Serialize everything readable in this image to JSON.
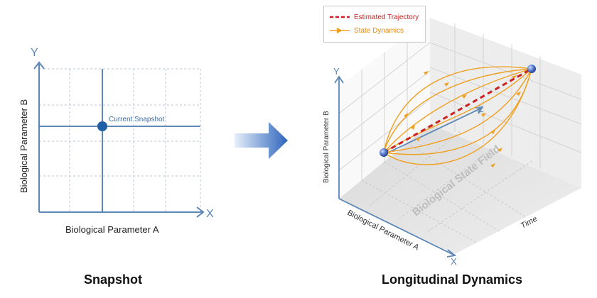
{
  "snapshot": {
    "axis_x": "X",
    "axis_y": "Y",
    "xlabel": "Biological Parameter A",
    "ylabel": "Biological Parameter B",
    "point_label": "Current Snapshot",
    "caption": "Snapshot"
  },
  "dynamics": {
    "axis_x": "X",
    "axis_y": "Y",
    "axis_z": "Z",
    "xlabel": "Biological Parameter A",
    "ylabel": "Biological Parameter B",
    "zlabel": "Time",
    "field_label": "Biological State Field",
    "caption": "Longitudinal Dynamics"
  },
  "legend": {
    "items": [
      {
        "label": "Estimated Trajectory",
        "color": "#cc2222",
        "style": "dashed"
      },
      {
        "label": "State Dynamics",
        "color": "#f0a020",
        "style": "arrow"
      }
    ]
  },
  "colors": {
    "axis_blue": "#5b86b5",
    "point_blue": "#1f5fa8",
    "grid_dash": "#b9c7d8",
    "trajectory_red": "#cc2222",
    "dynamics_orange": "#f0a020",
    "arrow_gradient_start": "#dfe9f7",
    "arrow_gradient_end": "#3a6fc4"
  }
}
